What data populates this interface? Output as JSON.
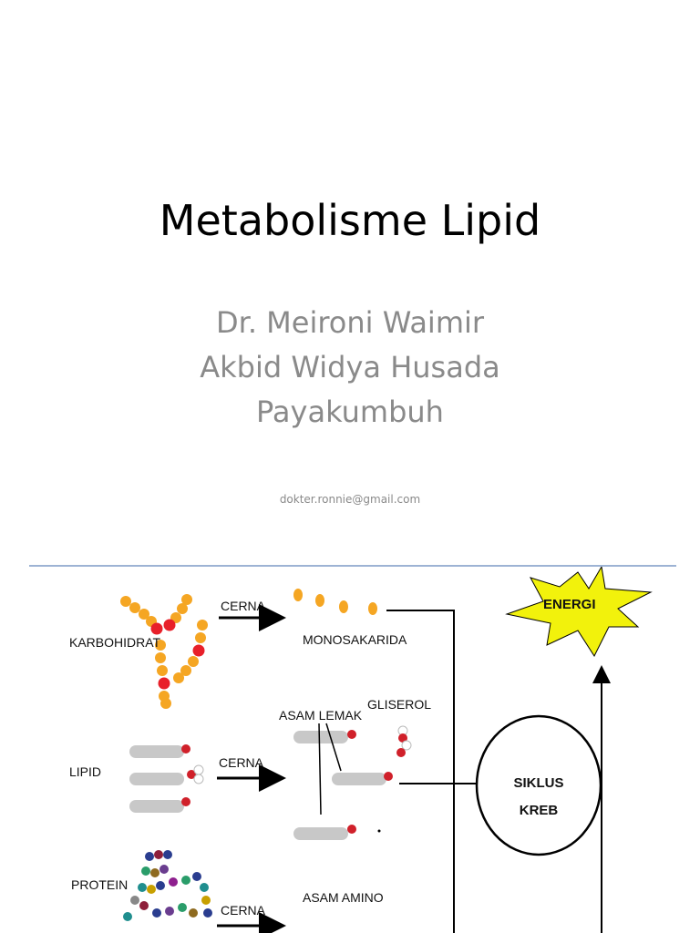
{
  "slide": {
    "title": "Metabolisme Lipid",
    "subtitle_lines": [
      "Dr. Meironi Waimir",
      "Akbid Widya Husada",
      "Payakumbuh"
    ],
    "email": "dokter.ronnie@gmail.com"
  },
  "diagram": {
    "labels": {
      "karbohidrat": "KARBOHIDRAT",
      "lipid": "LIPID",
      "protein": "PROTEIN",
      "cerna1": "CERNA",
      "cerna2": "CERNA",
      "cerna3": "CERNA",
      "monosakarida": "MONOSAKARIDA",
      "asam_lemak": "ASAM LEMAK",
      "gliserol": "GLISEROL",
      "asam_amino": "ASAM AMINO",
      "siklus_line1": "SIKLUS",
      "siklus_line2": "KREB",
      "energi": "ENERGI"
    },
    "colors": {
      "sugar": "#f5a623",
      "sugar_link": "#e8202a",
      "fatty_chain": "#c8c8c8",
      "fatty_head": "#d0202a",
      "energy_star": "#f2f20c"
    }
  }
}
